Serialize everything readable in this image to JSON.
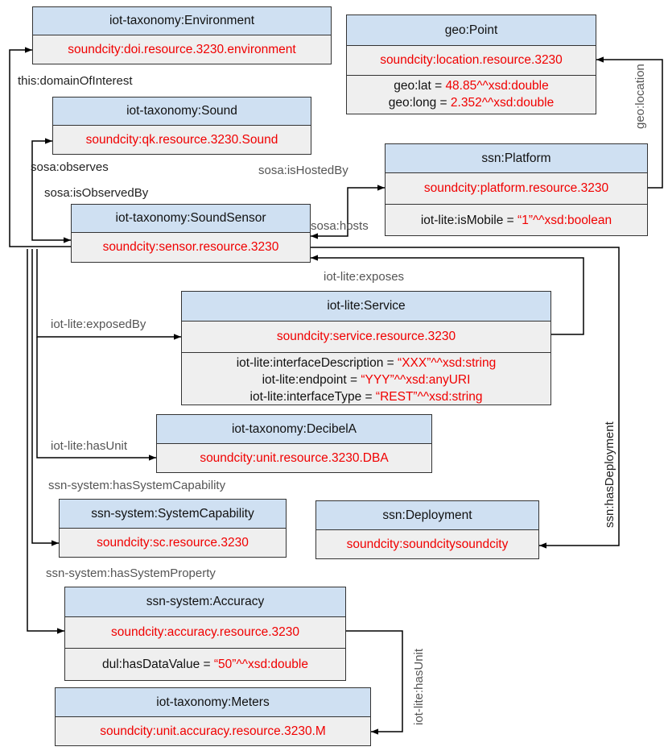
{
  "nodes": {
    "environment": {
      "class": "iot-taxonomy:Environment",
      "instance": "soundcity:doi.resource.3230.environment"
    },
    "sound": {
      "class": "iot-taxonomy:Sound",
      "instance": "soundcity:qk.resource.3230.Sound"
    },
    "soundsensor": {
      "class": "iot-taxonomy:SoundSensor",
      "instance": "soundcity:sensor.resource.3230"
    },
    "point": {
      "class": "geo:Point",
      "instance": "soundcity:location.resource.3230",
      "props": [
        {
          "key": "geo:lat = ",
          "value": "48.85^^xsd:double"
        },
        {
          "key": "geo:long = ",
          "value": "2.352^^xsd:double"
        }
      ]
    },
    "platform": {
      "class": "ssn:Platform",
      "instance": "soundcity:platform.resource.3230",
      "props": [
        {
          "key": "iot-lite:isMobile = ",
          "value": "“1”^^xsd:boolean"
        }
      ]
    },
    "service": {
      "class": "iot-lite:Service",
      "instance": "soundcity:service.resource.3230",
      "props": [
        {
          "key": "iot-lite:interfaceDescription = ",
          "value": "“XXX”^^xsd:string"
        },
        {
          "key": "iot-lite:endpoint = ",
          "value": "“YYY”^^xsd:anyURI"
        },
        {
          "key": "iot-lite:interfaceType = ",
          "value": "“REST”^^xsd:string"
        }
      ]
    },
    "decibel": {
      "class": "iot-taxonomy:DecibelA",
      "instance": "soundcity:unit.resource.3230.DBA"
    },
    "syscap": {
      "class": "ssn-system:SystemCapability",
      "instance": "soundcity:sc.resource.3230"
    },
    "deployment": {
      "class": "ssn:Deployment",
      "instance": "soundcity:soundcitysoundcity"
    },
    "accuracy": {
      "class": "ssn-system:Accuracy",
      "instance": "soundcity:accuracy.resource.3230",
      "props": [
        {
          "key": "dul:hasDataValue = ",
          "value": "“50”^^xsd:double"
        }
      ]
    },
    "meters": {
      "class": "iot-taxonomy:Meters",
      "instance": "soundcity:unit.accuracy.resource.3230.M"
    }
  },
  "edges": {
    "domain_of_interest": "this:domainOfInterest",
    "observes": "sosa:observes",
    "is_observed_by": "sosa:isObservedBy",
    "is_hosted_by": "sosa:isHostedBy",
    "hosts": "sosa:hosts",
    "location": "geo:location",
    "exposes": "iot-lite:exposes",
    "exposed_by": "iot-lite:exposedBy",
    "has_unit": "iot-lite:hasUnit",
    "has_system_capability": "ssn-system:hasSystemCapability",
    "has_system_property": "ssn-system:hasSystemProperty",
    "has_deployment": "ssn:hasDeployment",
    "accuracy_has_unit": "iot-lite:hasUnit"
  }
}
